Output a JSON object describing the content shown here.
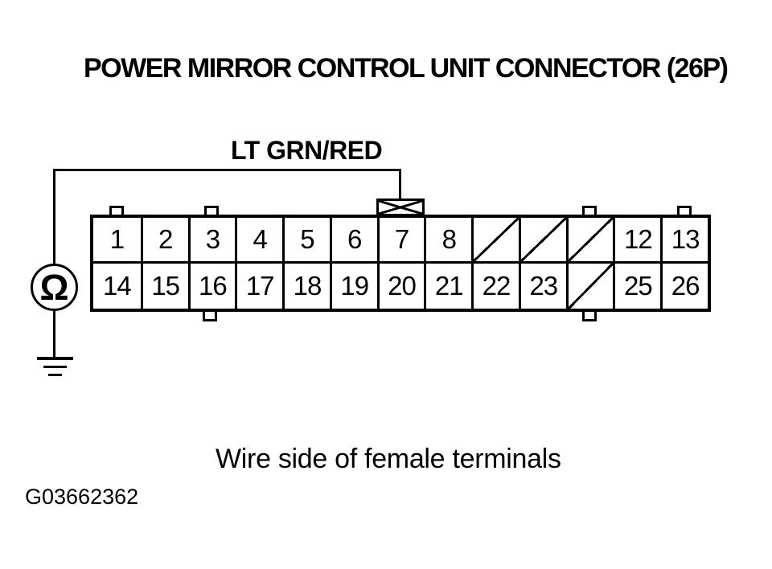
{
  "title": "POWER MIRROR CONTROL UNIT CONNECTOR (26P)",
  "wire": {
    "label": "LT GRN/RED",
    "probed_terminal": "7"
  },
  "meter": {
    "symbol": "Ω",
    "kind": "ohmmeter"
  },
  "connector": {
    "rows": [
      {
        "name": "top",
        "cells": [
          {
            "label": "1"
          },
          {
            "label": "2"
          },
          {
            "label": "3"
          },
          {
            "label": "4"
          },
          {
            "label": "5"
          },
          {
            "label": "6"
          },
          {
            "label": "7"
          },
          {
            "label": "8"
          },
          {
            "blocked": true
          },
          {
            "blocked": true
          },
          {
            "blocked": true
          },
          {
            "label": "12"
          },
          {
            "label": "13"
          }
        ]
      },
      {
        "name": "bottom",
        "cells": [
          {
            "label": "14"
          },
          {
            "label": "15"
          },
          {
            "label": "16"
          },
          {
            "label": "17"
          },
          {
            "label": "18"
          },
          {
            "label": "19"
          },
          {
            "label": "20"
          },
          {
            "label": "21"
          },
          {
            "label": "22"
          },
          {
            "label": "23"
          },
          {
            "blocked": true
          },
          {
            "label": "25"
          },
          {
            "label": "26"
          }
        ]
      }
    ]
  },
  "caption": "Wire side of female terminals",
  "figure_id": "G03662362",
  "colors": {
    "ink": "#000000",
    "background": "#ffffff"
  }
}
